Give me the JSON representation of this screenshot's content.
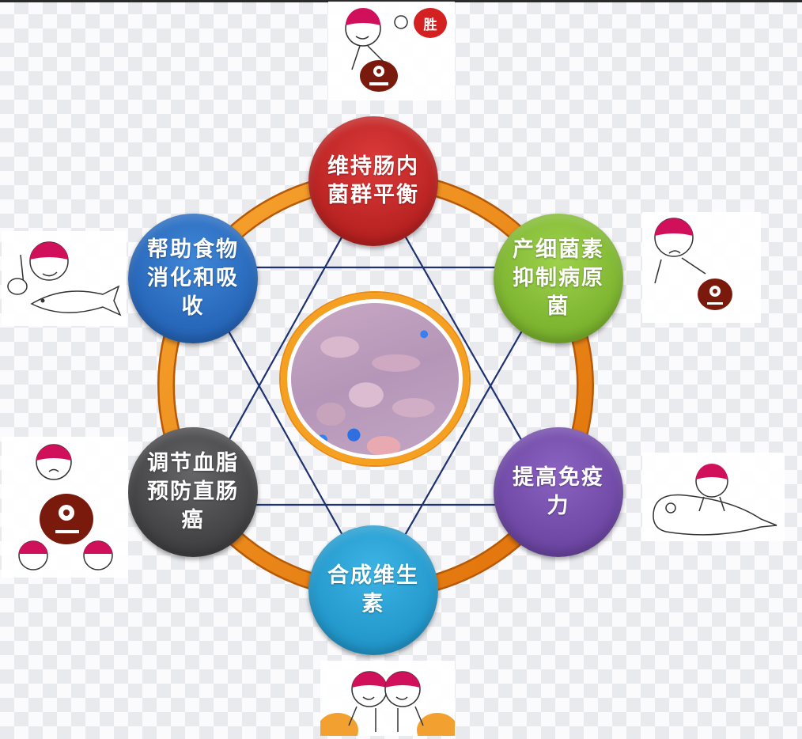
{
  "diagram": {
    "type": "hexagram-cycle",
    "center": {
      "label": "intestine-illustration"
    },
    "colors": {
      "ring": "#f08a10",
      "lines": "#1e3170",
      "background_check": "#e9eaee"
    },
    "nodes": [
      {
        "id": "balance",
        "text": "维持肠内\n菌群平衡",
        "color": "#c8282c",
        "position": "top"
      },
      {
        "id": "antibiotic",
        "text": "产细菌素\n抑制病原\n菌",
        "color": "#8cc43c",
        "position": "upper-right"
      },
      {
        "id": "immunity",
        "text": "提高免疫\n力",
        "color": "#7a52b0",
        "position": "lower-right"
      },
      {
        "id": "vitamin",
        "text": "合成维生\n素",
        "color": "#2ea6d8",
        "position": "bottom"
      },
      {
        "id": "lipid",
        "text": "调节血脂\n预防直肠\n癌",
        "color": "#505052",
        "position": "lower-left"
      },
      {
        "id": "digestion",
        "text": "帮助食物\n消化和吸\n收",
        "color": "#2f74c8",
        "position": "upper-left"
      }
    ],
    "cartoons": [
      {
        "id": "victory",
        "position": "top",
        "badge": "胜",
        "badge_color": "#d42020"
      },
      {
        "id": "fish",
        "position": "left-upper"
      },
      {
        "id": "kick-germ",
        "position": "right-upper"
      },
      {
        "id": "stomp-germ",
        "position": "left-lower"
      },
      {
        "id": "seal",
        "position": "right-lower"
      },
      {
        "id": "twins",
        "position": "bottom"
      }
    ]
  }
}
